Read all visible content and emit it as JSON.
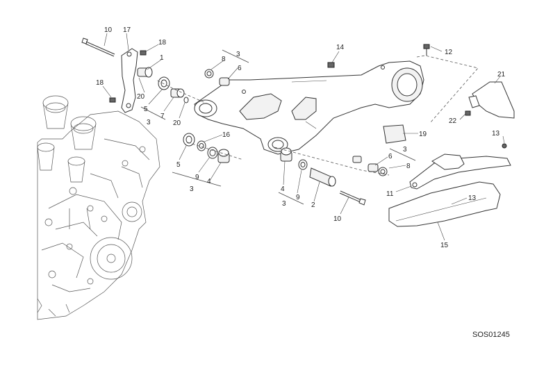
{
  "reference_code": "SOS01245",
  "callouts": [
    {
      "id": "c10a",
      "text": "10"
    },
    {
      "id": "c17",
      "text": "17"
    },
    {
      "id": "c18a",
      "text": "18"
    },
    {
      "id": "c1",
      "text": "1"
    },
    {
      "id": "c18b",
      "text": "18"
    },
    {
      "id": "c20a",
      "text": "20"
    },
    {
      "id": "c5a",
      "text": "5"
    },
    {
      "id": "c3a",
      "text": "3"
    },
    {
      "id": "c7",
      "text": "7"
    },
    {
      "id": "c20b",
      "text": "20"
    },
    {
      "id": "c3b",
      "text": "3"
    },
    {
      "id": "c8a",
      "text": "8"
    },
    {
      "id": "c6a",
      "text": "6"
    },
    {
      "id": "c14",
      "text": "14"
    },
    {
      "id": "c12",
      "text": "12"
    },
    {
      "id": "c21",
      "text": "21"
    },
    {
      "id": "c22",
      "text": "22"
    },
    {
      "id": "c16",
      "text": "16"
    },
    {
      "id": "c5b",
      "text": "5"
    },
    {
      "id": "c9a",
      "text": "9"
    },
    {
      "id": "c4a",
      "text": "4"
    },
    {
      "id": "c3c",
      "text": "3"
    },
    {
      "id": "c19",
      "text": "19"
    },
    {
      "id": "c3d",
      "text": "3"
    },
    {
      "id": "c6b",
      "text": "6"
    },
    {
      "id": "c8b",
      "text": "8"
    },
    {
      "id": "c13a",
      "text": "13"
    },
    {
      "id": "c11",
      "text": "11"
    },
    {
      "id": "c4b",
      "text": "4"
    },
    {
      "id": "c9b",
      "text": "9"
    },
    {
      "id": "c2",
      "text": "2"
    },
    {
      "id": "c3e",
      "text": "3"
    },
    {
      "id": "c10b",
      "text": "10"
    },
    {
      "id": "c13b",
      "text": "13"
    },
    {
      "id": "c15",
      "text": "15"
    }
  ]
}
